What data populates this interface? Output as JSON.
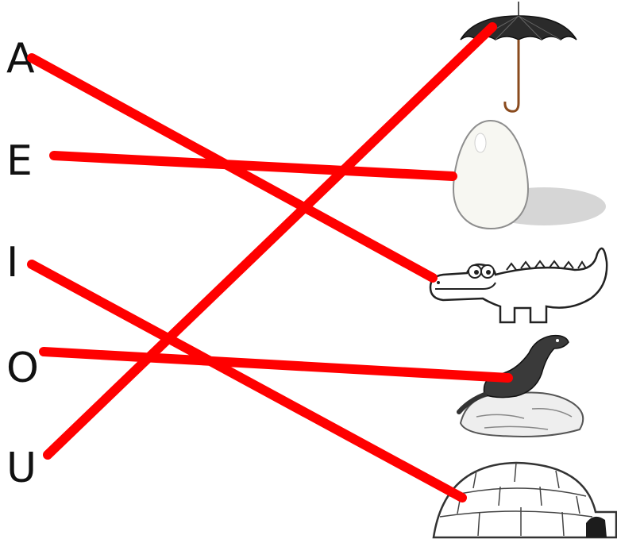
{
  "letters": [
    "A",
    "E",
    "I",
    "O",
    "U"
  ],
  "pictures": [
    "umbrella",
    "egg",
    "crocodile",
    "otter",
    "igloo"
  ],
  "matches": [
    {
      "letter": "A",
      "picture": "crocodile"
    },
    {
      "letter": "E",
      "picture": "egg"
    },
    {
      "letter": "I",
      "picture": "igloo"
    },
    {
      "letter": "O",
      "picture": "otter"
    },
    {
      "letter": "U",
      "picture": "umbrella"
    }
  ],
  "colors": {
    "line": "#ff0000",
    "text": "#111111",
    "background": "#ffffff"
  }
}
